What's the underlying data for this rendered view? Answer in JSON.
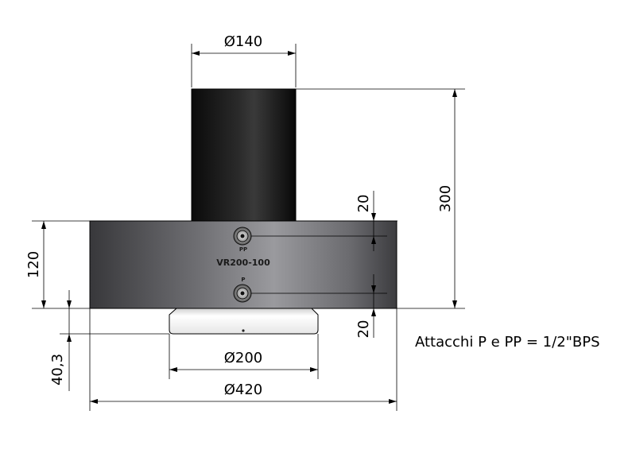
{
  "dimensions": {
    "cylinder_diameter": "Ø140",
    "total_height": "300",
    "base_height": "120",
    "port_offset_top": "20",
    "port_offset_bottom": "20",
    "foot_height": "40,3",
    "foot_diameter": "Ø200",
    "base_diameter": "Ø420"
  },
  "labels": {
    "model": "VR200-100",
    "port_upper": "PP",
    "port_lower": "P"
  },
  "note": "Attacchi P e PP = 1/2\"BPS",
  "colors": {
    "cylinder_dark": "#0f0f0f",
    "base_light": "#8a8a8e",
    "base_dark": "#3a3a3c",
    "foot": "#f2f2f2"
  }
}
